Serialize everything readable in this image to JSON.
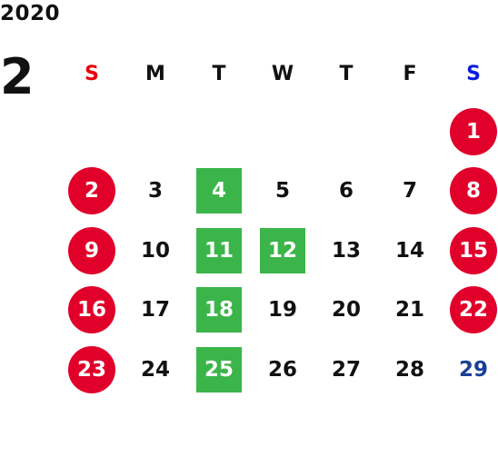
{
  "year": "2020",
  "month": "2",
  "colors": {
    "holiday_circle": "#e0002a",
    "highlight_square": "#3bb54a",
    "sunday_header": "#e8000b",
    "saturday_header": "#0a1ee0",
    "saturday_text": "#1a3f96",
    "default_text": "#111111"
  },
  "weekdays": [
    {
      "label": "S",
      "style": "sunday"
    },
    {
      "label": "M",
      "style": "normal"
    },
    {
      "label": "T",
      "style": "normal"
    },
    {
      "label": "W",
      "style": "normal"
    },
    {
      "label": "T",
      "style": "normal"
    },
    {
      "label": "F",
      "style": "normal"
    },
    {
      "label": "S",
      "style": "saturday"
    }
  ],
  "weeks": [
    [
      {
        "day": "",
        "style": "empty"
      },
      {
        "day": "",
        "style": "empty"
      },
      {
        "day": "",
        "style": "empty"
      },
      {
        "day": "",
        "style": "empty"
      },
      {
        "day": "",
        "style": "empty"
      },
      {
        "day": "",
        "style": "empty"
      },
      {
        "day": "1",
        "style": "holiday"
      }
    ],
    [
      {
        "day": "2",
        "style": "holiday"
      },
      {
        "day": "3",
        "style": "normal"
      },
      {
        "day": "4",
        "style": "highlight"
      },
      {
        "day": "5",
        "style": "normal"
      },
      {
        "day": "6",
        "style": "normal"
      },
      {
        "day": "7",
        "style": "normal"
      },
      {
        "day": "8",
        "style": "holiday"
      }
    ],
    [
      {
        "day": "9",
        "style": "holiday"
      },
      {
        "day": "10",
        "style": "normal"
      },
      {
        "day": "11",
        "style": "highlight"
      },
      {
        "day": "12",
        "style": "highlight"
      },
      {
        "day": "13",
        "style": "normal"
      },
      {
        "day": "14",
        "style": "normal"
      },
      {
        "day": "15",
        "style": "holiday"
      }
    ],
    [
      {
        "day": "16",
        "style": "holiday"
      },
      {
        "day": "17",
        "style": "normal"
      },
      {
        "day": "18",
        "style": "highlight"
      },
      {
        "day": "19",
        "style": "normal"
      },
      {
        "day": "20",
        "style": "normal"
      },
      {
        "day": "21",
        "style": "normal"
      },
      {
        "day": "22",
        "style": "holiday"
      }
    ],
    [
      {
        "day": "23",
        "style": "holiday"
      },
      {
        "day": "24",
        "style": "normal"
      },
      {
        "day": "25",
        "style": "highlight"
      },
      {
        "day": "26",
        "style": "normal"
      },
      {
        "day": "27",
        "style": "normal"
      },
      {
        "day": "28",
        "style": "normal"
      },
      {
        "day": "29",
        "style": "saturday"
      }
    ]
  ]
}
